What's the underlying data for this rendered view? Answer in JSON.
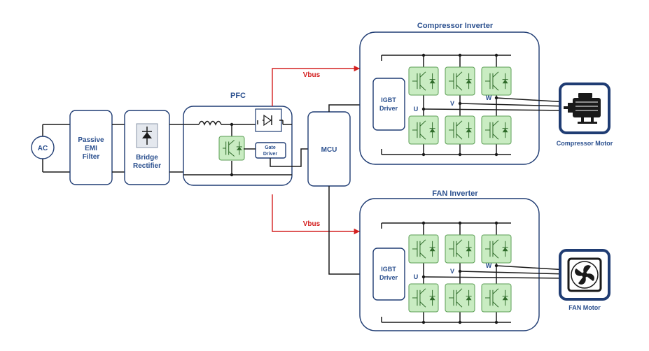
{
  "blocks": {
    "ac": "AC",
    "emi": [
      "Passive",
      "EMI",
      "Filter"
    ],
    "bridge": [
      "Bridge",
      "Rectifier"
    ],
    "pfc": "PFC",
    "gate_driver": [
      "Gate",
      "Driver"
    ],
    "mcu": "MCU",
    "compressor_inverter": "Compressor Inverter",
    "fan_inverter": "FAN Inverter",
    "igbt_driver": [
      "IGBT",
      "Driver"
    ]
  },
  "signals": {
    "vbus_top": "Vbus",
    "vbus_bottom": "Vbus"
  },
  "phases": [
    "U",
    "V",
    "W"
  ],
  "motors": {
    "compressor": "Compressor Motor",
    "fan": "FAN Motor"
  },
  "colors": {
    "block_border": "#1f3c73",
    "label_text": "#2a4f8e",
    "vbus_line": "#d42020",
    "switch_fill": "#c9ecc2"
  }
}
